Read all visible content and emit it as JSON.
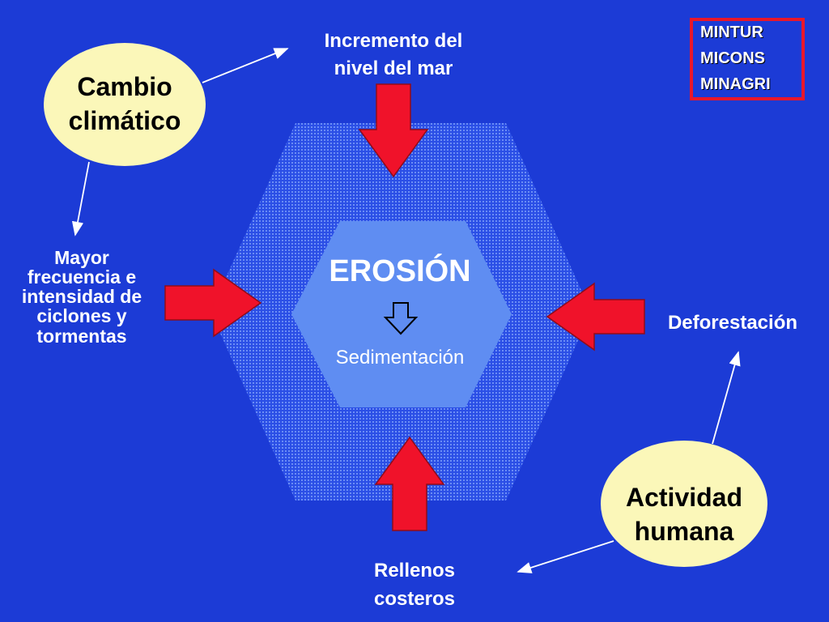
{
  "center": {
    "title": "EROSIÓN",
    "subtitle": "Sedimentación",
    "arrow_icon": "hollow-down-arrow-icon"
  },
  "causes": {
    "top": "Incremento del nivel del mar",
    "left": "Mayor frecuencia e intensidad de ciclones y tormentas",
    "right": "Deforestación",
    "bottom": "Rellenos costeros"
  },
  "drivers": {
    "climate": "Cambio climático",
    "human": "Actividad humana"
  },
  "agencies": [
    "MINTUR",
    "MICONS",
    "MINAGRI"
  ],
  "colors": {
    "background": "#1c3bd6",
    "arrow_fill": "#f0122a",
    "oval_fill": "#fbf7b9",
    "inner_hexagon": "#5f8df2",
    "agency_border": "#e8172b"
  }
}
